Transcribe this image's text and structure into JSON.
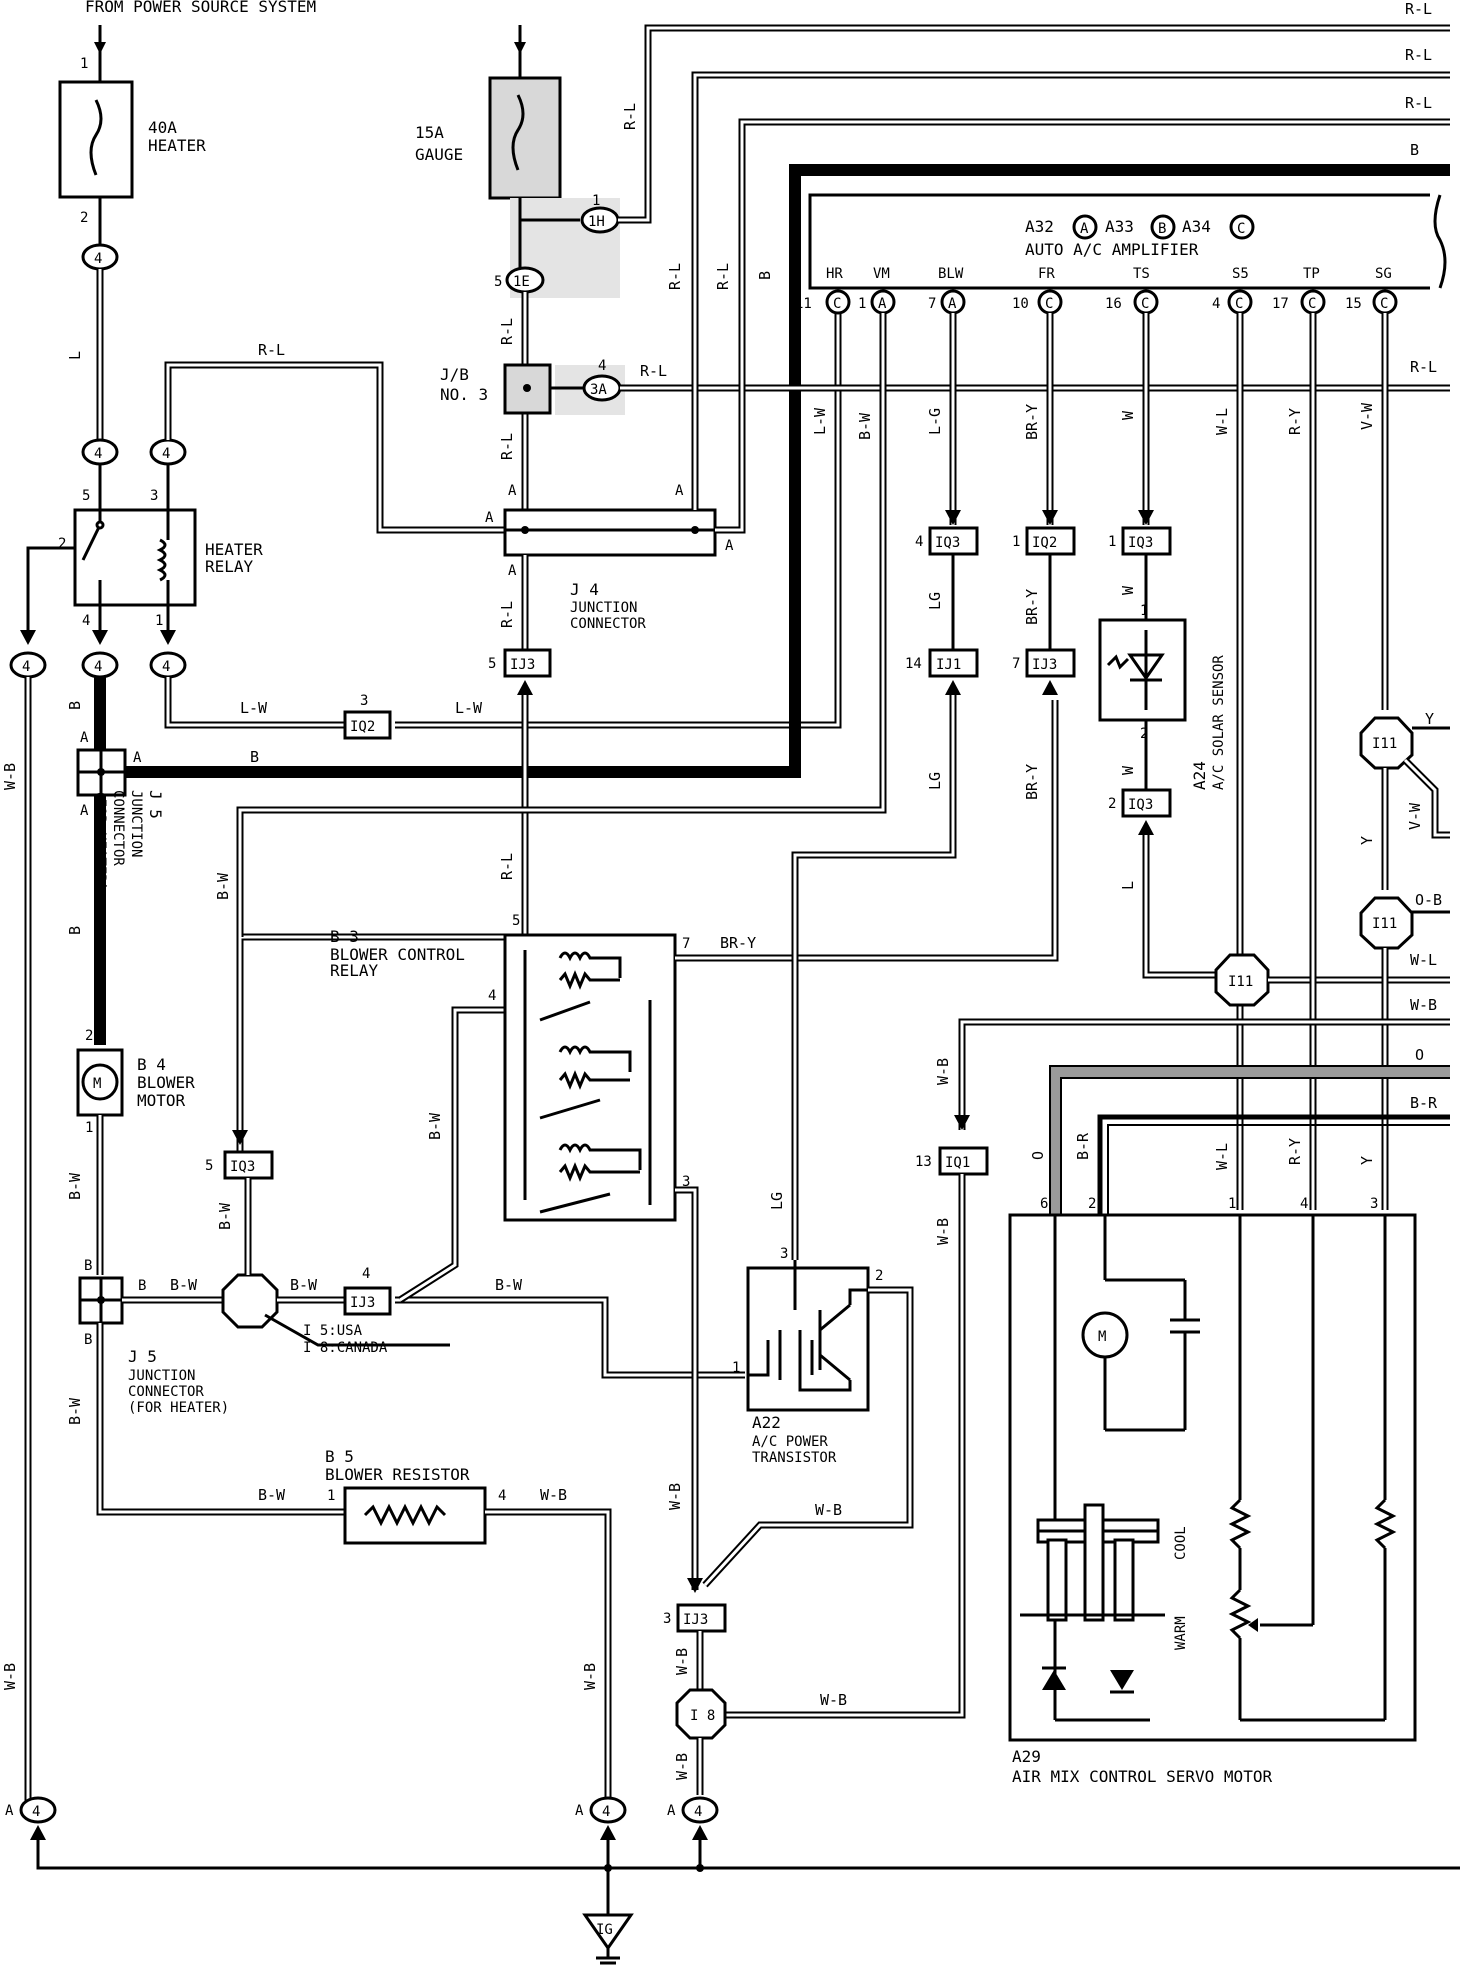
{
  "header": {
    "source_label": "FROM POWER SOURCE SYSTEM"
  },
  "fuses": {
    "heater": {
      "rating": "40A",
      "name": "HEATER",
      "pin_in": "1",
      "pin_out": "2"
    },
    "gauge": {
      "rating": "15A",
      "name": "GAUGE"
    }
  },
  "junction_block": {
    "name": "J/B",
    "number": "NO. 3",
    "pin": "4",
    "conn": "3A"
  },
  "connectors_circ": {
    "c1h": "1H",
    "c1e": "1E",
    "c1e_pin": "5",
    "c1h_pin": "1",
    "four": "4",
    "i8": "I 8",
    "i11": "I11",
    "ig": "IG"
  },
  "amplifier": {
    "title": "AUTO A/C AMPLIFIER",
    "codes": {
      "a32": "A32",
      "a": "A",
      "a33": "A33",
      "b": "B",
      "a34": "A34",
      "c": "C"
    },
    "terminals": [
      {
        "name": "HR",
        "pin": "11",
        "conn": "C",
        "wire": "L-W"
      },
      {
        "name": "VM",
        "pin": "1",
        "conn": "A",
        "wire": "B-W"
      },
      {
        "name": "BLW",
        "pin": "7",
        "conn": "A",
        "wire": "L-G"
      },
      {
        "name": "FR",
        "pin": "10",
        "conn": "C",
        "wire": "BR-Y"
      },
      {
        "name": "TS",
        "pin": "16",
        "conn": "C",
        "wire": "W"
      },
      {
        "name": "S5",
        "pin": "4",
        "conn": "C",
        "wire": "W-L"
      },
      {
        "name": "TP",
        "pin": "17",
        "conn": "C",
        "wire": "R-Y"
      },
      {
        "name": "SG",
        "pin": "15",
        "conn": "C",
        "wire": "V-W"
      }
    ]
  },
  "right_wires": [
    "R-L",
    "R-L",
    "R-L",
    "B",
    "R-L",
    "Y",
    "V-W",
    "O-B",
    "W-L",
    "W-B",
    "O",
    "B-R"
  ],
  "heater_relay": {
    "name": "HEATER",
    "name2": "RELAY",
    "pins": [
      "5",
      "3",
      "2",
      "4",
      "1"
    ]
  },
  "j4": {
    "code": "J 4",
    "name": "JUNCTION",
    "name2": "CONNECTOR",
    "pin": "A"
  },
  "j5": {
    "code": "J 5",
    "name": "JUNCTION",
    "name2": "CONNECTOR",
    "name3": "(FOR HEATER)",
    "pin_a": "A",
    "pin_b": "B"
  },
  "b3": {
    "code": "B 3",
    "name": "BLOWER CONTROL",
    "name2": "RELAY",
    "pins": [
      "5",
      "7",
      "4",
      "3"
    ]
  },
  "b4": {
    "code": "B 4",
    "name": "BLOWER",
    "name2": "MOTOR",
    "pins": [
      "2",
      "1"
    ],
    "symbol": "M"
  },
  "b5": {
    "code": "B 5",
    "name": "BLOWER RESISTOR",
    "pins": [
      "1",
      "4"
    ]
  },
  "a22": {
    "code": "A22",
    "name": "A/C POWER",
    "name2": "TRANSISTOR",
    "pins": [
      "3",
      "2",
      "1"
    ]
  },
  "a24": {
    "code": "A24",
    "name": "A/C SOLAR SENSOR",
    "pins": [
      "1",
      "2"
    ]
  },
  "a29": {
    "code": "A29",
    "name": "AIR MIX CONTROL SERVO MOTOR",
    "pins": [
      "6",
      "2",
      "1",
      "4",
      "3"
    ],
    "cool": "COOL",
    "warm": "WARM"
  },
  "connectors_box": {
    "iq2": {
      "label": "IQ2",
      "pin": "3"
    },
    "iq3_1": {
      "label": "IQ3",
      "pin": "4"
    },
    "iq2_fr": {
      "label": "IQ2",
      "pin": "1"
    },
    "iq3_ts": {
      "label": "IQ3",
      "pin": "1"
    },
    "ij1": {
      "label": "IJ1",
      "pin": "14"
    },
    "ij3_fr": {
      "label": "IJ3",
      "pin": "7"
    },
    "ij3_top": {
      "label": "IJ3",
      "pin": "5"
    },
    "iq3_sol": {
      "label": "IQ3",
      "pin": "2"
    },
    "iq3_left": {
      "label": "IQ3",
      "pin": "5"
    },
    "ij3_mid": {
      "label": "IJ3",
      "pin": "4"
    },
    "iq1": {
      "label": "IQ1",
      "pin": "13"
    },
    "ij3_bot": {
      "label": "IJ3",
      "pin": "3"
    }
  },
  "note": {
    "usa": "I 5:USA",
    "canada": "I 8:CANADA"
  },
  "wire_labels": {
    "L": "L",
    "B": "B",
    "RL": "R-L",
    "LW": "L-W",
    "BW": "B-W",
    "WB": "W-B",
    "LG": "LG",
    "BRY": "BR-Y",
    "W": "W",
    "Y": "Y",
    "O": "O",
    "BR": "B-R",
    "WL": "W-L",
    "RY": "R-Y",
    "A": "A"
  }
}
